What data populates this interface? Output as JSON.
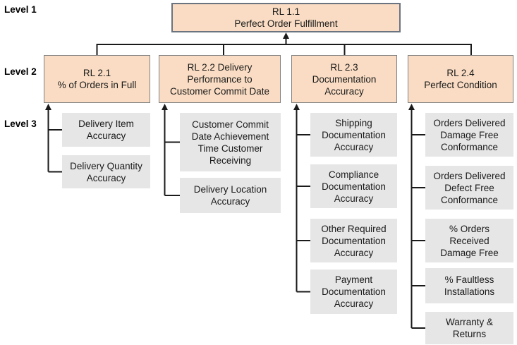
{
  "level_labels": {
    "level1": "Level 1",
    "level2": "Level 2",
    "level3": "Level 3"
  },
  "tree": {
    "level1": {
      "title": "RL 1.1\nPerfect Order Fulfillment"
    },
    "level2": [
      {
        "title": "RL 2.1\n% of Orders in Full",
        "children": [
          "Delivery Item\nAccuracy",
          "Delivery Quantity\nAccuracy"
        ]
      },
      {
        "title": "RL 2.2 Delivery\nPerformance to\nCustomer Commit Date",
        "children": [
          "Customer Commit\nDate Achievement\nTime Customer\nReceiving",
          "Delivery Location\nAccuracy"
        ]
      },
      {
        "title": "RL 2.3\nDocumentation\nAccuracy",
        "children": [
          "Shipping\nDocumentation\nAccuracy",
          "Compliance\nDocumentation\nAccuracy",
          "Other Required\nDocumentation\nAccuracy",
          "Payment\nDocumentation\nAccuracy"
        ]
      },
      {
        "title": "RL 2.4\nPerfect Condition",
        "children": [
          "Orders Delivered\nDamage Free\nConformance",
          "Orders Delivered\nDefect Free\nConformance",
          "% Orders\nReceived\nDamage Free",
          "% Faultless\nInstallations",
          "Warranty &\nReturns"
        ]
      }
    ]
  },
  "colors": {
    "level_box_fill": "#f9dcc3",
    "level1_box_border": "#6a7480",
    "level2_box_border": "#808080",
    "metric_box_fill": "#e6e6e6",
    "connector_line": "#1a1a1a",
    "text": "#1a1a1a",
    "background": "#ffffff"
  }
}
